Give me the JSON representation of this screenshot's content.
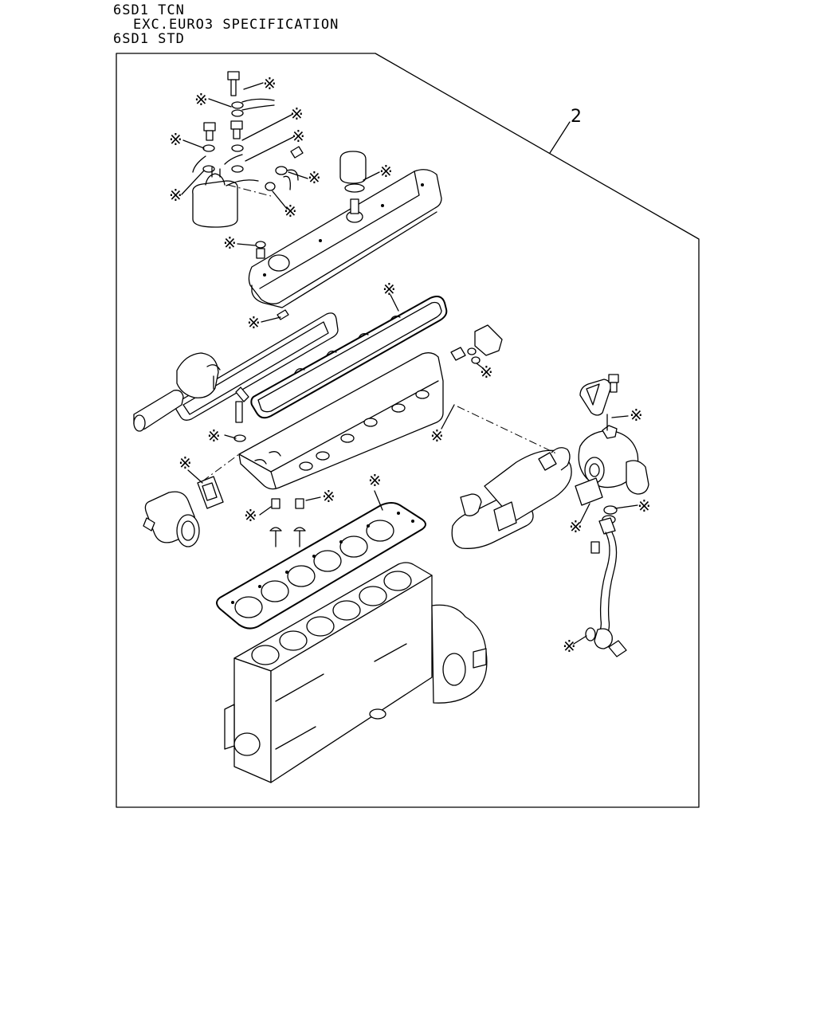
{
  "header": {
    "line1": "6SD1 TCN",
    "line2": "EXC.EURO3 SPECIFICATION",
    "line3": "6SD1 STD"
  },
  "diagram": {
    "callout_number": "2",
    "kit_marker": "※"
  }
}
